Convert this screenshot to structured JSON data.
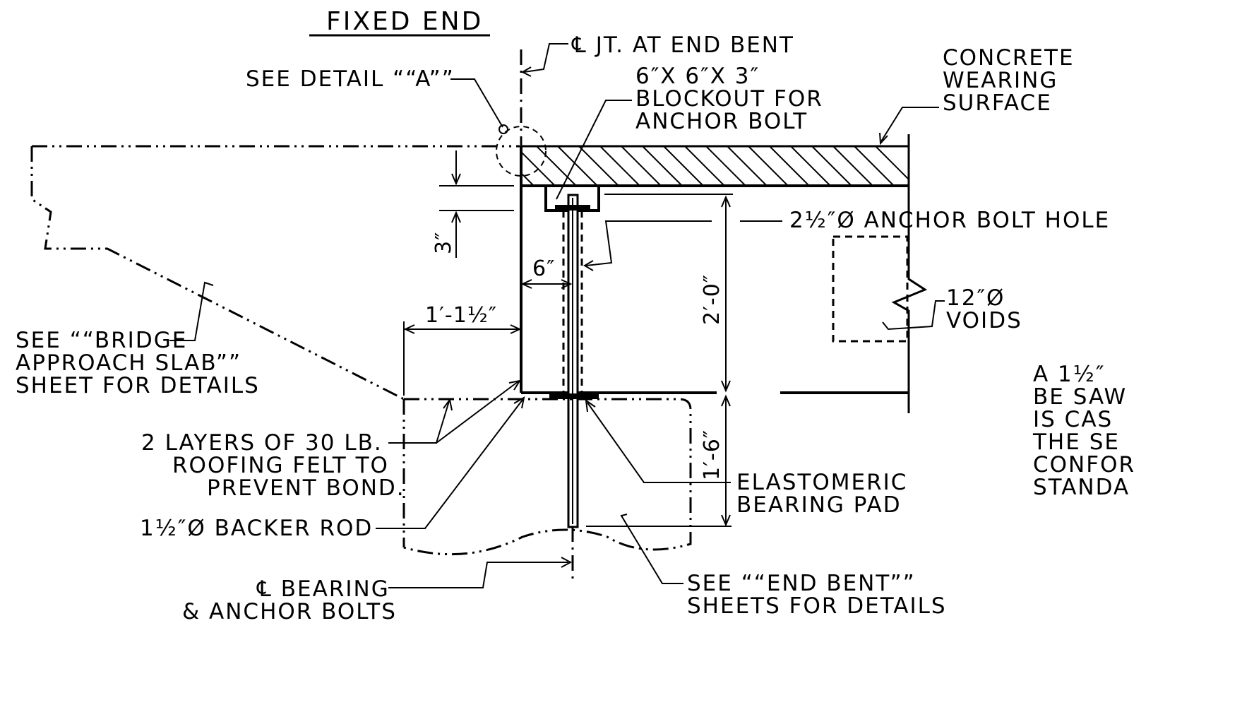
{
  "title": "FIXED END",
  "labels": {
    "cl_joint": "℄ JT. AT END BENT",
    "detail_a": "SEE DETAIL ““A””",
    "blockout_1": "6″X 6″X 3″",
    "blockout_2": "BLOCKOUT FOR",
    "blockout_3": "ANCHOR BOLT",
    "wearing_1": "CONCRETE",
    "wearing_2": "WEARING",
    "wearing_3": "SURFACE",
    "anchor_hole": "2½″Ø ANCHOR BOLT HOLE",
    "voids_1": "12″Ø",
    "voids_2": "VOIDS",
    "approach_1": "SEE ““BRIDGE",
    "approach_2": "APPROACH SLAB””",
    "approach_3": "SHEET FOR DETAILS",
    "felt_1": "2 LAYERS OF 30 LB.",
    "felt_2": "ROOFING FELT TO",
    "felt_3": "PREVENT BOND.",
    "backer_rod": "1½″Ø BACKER ROD",
    "bearing_pad_1": "ELASTOMERIC",
    "bearing_pad_2": "BEARING PAD",
    "cl_bearing_1": "℄ BEARING",
    "cl_bearing_2": "& ANCHOR BOLTS",
    "end_bent_1": "SEE ““END BENT””",
    "end_bent_2": "SHEETS FOR DETAILS",
    "note_1": "A 1½″",
    "note_2": "BE SAW",
    "note_3": "IS CAS",
    "note_4": "THE SE",
    "note_5": "CONFOR",
    "note_6": "STANDA"
  },
  "dimensions": {
    "d_3in": "3″",
    "d_6in": "6″",
    "d_1ft_1half": "1′-1½″",
    "d_2ft": "2′-0″",
    "d_1ft_6in": "1′-6″"
  }
}
